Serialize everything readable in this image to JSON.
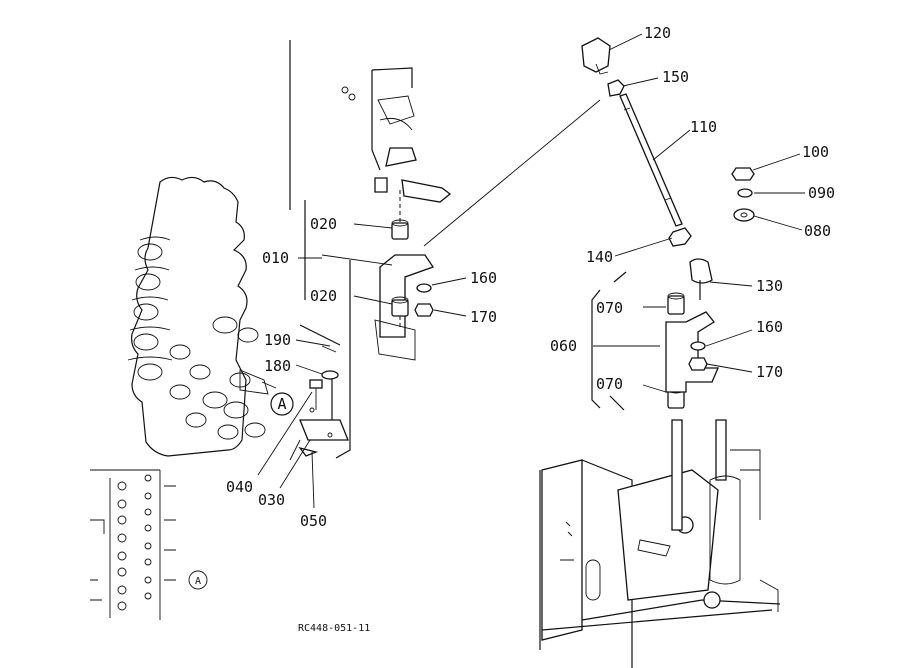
{
  "diagram": {
    "drawing_code": "RC448-051-11",
    "detail_marker": "A",
    "labels": {
      "p120": "120",
      "p150": "150",
      "p110": "110",
      "p100": "100",
      "p090": "090",
      "p080": "080",
      "p140": "140",
      "p130": "130",
      "p070a": "070",
      "p060": "060",
      "p160b": "160",
      "p170b": "170",
      "p070b": "070",
      "p010": "010",
      "p020a": "020",
      "p020b": "020",
      "p160a": "160",
      "p170a": "170",
      "p190": "190",
      "p180": "180",
      "p040": "040",
      "p030": "030",
      "p050": "050"
    }
  }
}
